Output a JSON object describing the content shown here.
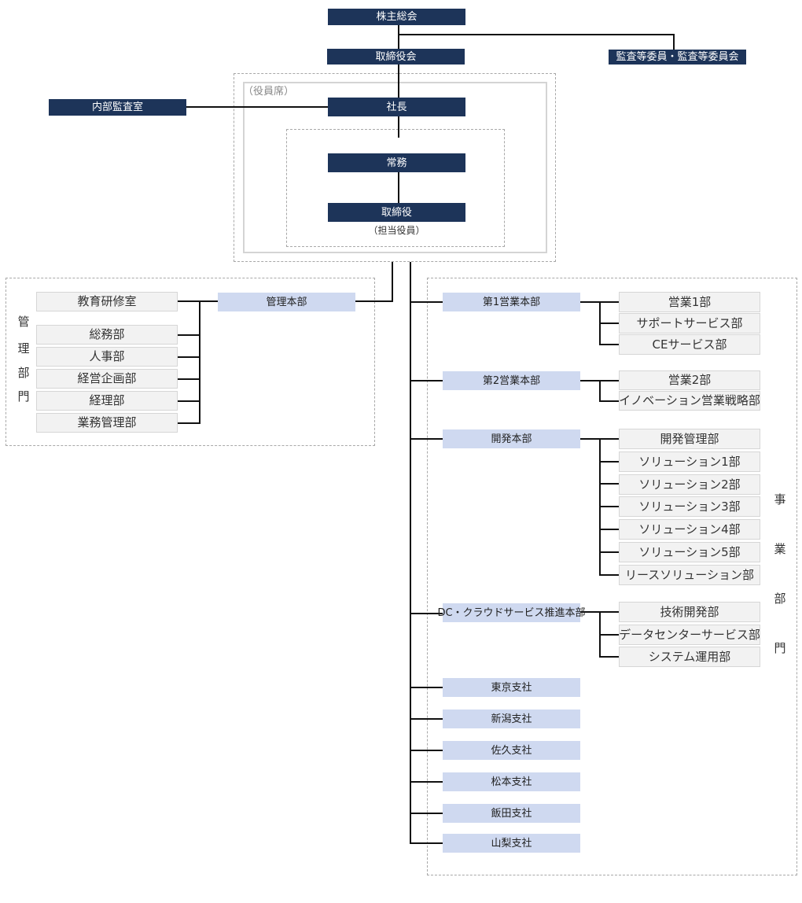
{
  "top": {
    "shareholders": "株主総会",
    "board": "取締役会",
    "audit_committee": "監査等委員・監査等委員会",
    "internal_audit": "内部監査室"
  },
  "executives": {
    "group_label": "（役員席）",
    "president": "社長",
    "managing": "常務",
    "director": "取締役",
    "director_note": "（担当役員）"
  },
  "admin": {
    "side_label": [
      "管",
      "理",
      "部",
      "門"
    ],
    "head": "管理本部",
    "education": "教育研修室",
    "departments": [
      "総務部",
      "人事部",
      "経営企画部",
      "経理部",
      "業務管理部"
    ]
  },
  "business": {
    "side_label": [
      "事",
      "業",
      "部",
      "門"
    ],
    "divisions": [
      {
        "name": "第1営業本部",
        "departments": [
          "営業1部",
          "サポートサービス部",
          "CEサービス部"
        ]
      },
      {
        "name": "第2営業本部",
        "departments": [
          "営業2部",
          "イノベーション営業戦略部"
        ]
      },
      {
        "name": "開発本部",
        "departments": [
          "開発管理部",
          "ソリューション1部",
          "ソリューション2部",
          "ソリューション3部",
          "ソリューション4部",
          "ソリューション5部",
          "リースソリューション部"
        ]
      },
      {
        "name": "DC・クラウドサービス推進本部",
        "departments": [
          "技術開発部",
          "データセンターサービス部",
          "システム運用部"
        ]
      }
    ],
    "branches": [
      "東京支社",
      "新潟支社",
      "佐久支社",
      "松本支社",
      "飯田支社",
      "山梨支社"
    ]
  },
  "colors": {
    "navy": "#1d3459",
    "light_blue": "#cfd9f0",
    "gray_box": "#f2f2f2",
    "line": "#111111"
  }
}
